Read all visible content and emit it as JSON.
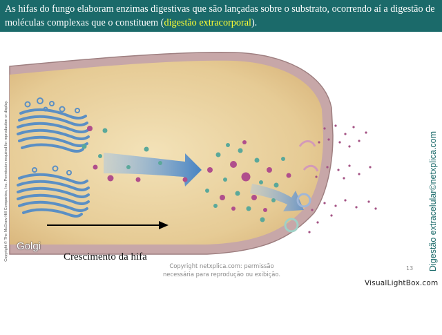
{
  "header": {
    "text_part1": "As hifas do fungo elaboram enzimas digestivas que são lançadas sobre o substrato, ocorrendo aí a digestão de moléculas complexas que o constituem (",
    "highlight": "digestão extracorporal",
    "text_part2": ")."
  },
  "diagram": {
    "golgi_label": "Golgi",
    "copyright_vertical": "Copyright © The McGraw-Hill Companies, Inc. Permission required for reproduction or display.",
    "side_label": "Digestão extracelular©netxplica.com",
    "growth_caption": "Crescimento da hifa"
  },
  "footer": {
    "copyright_line1": "Copyright netxplica.com: permissão",
    "copyright_line2": "necessária para reprodução ou exibição.",
    "page_number": "13",
    "watermark": "VisualLightBox.com"
  },
  "colors": {
    "header_bg": "#1b6a6a",
    "highlight": "#ffff33",
    "cell_fill": "#e8cf9e",
    "cell_wall": "#c2a1a3",
    "arrow": "#6f9fd2"
  }
}
